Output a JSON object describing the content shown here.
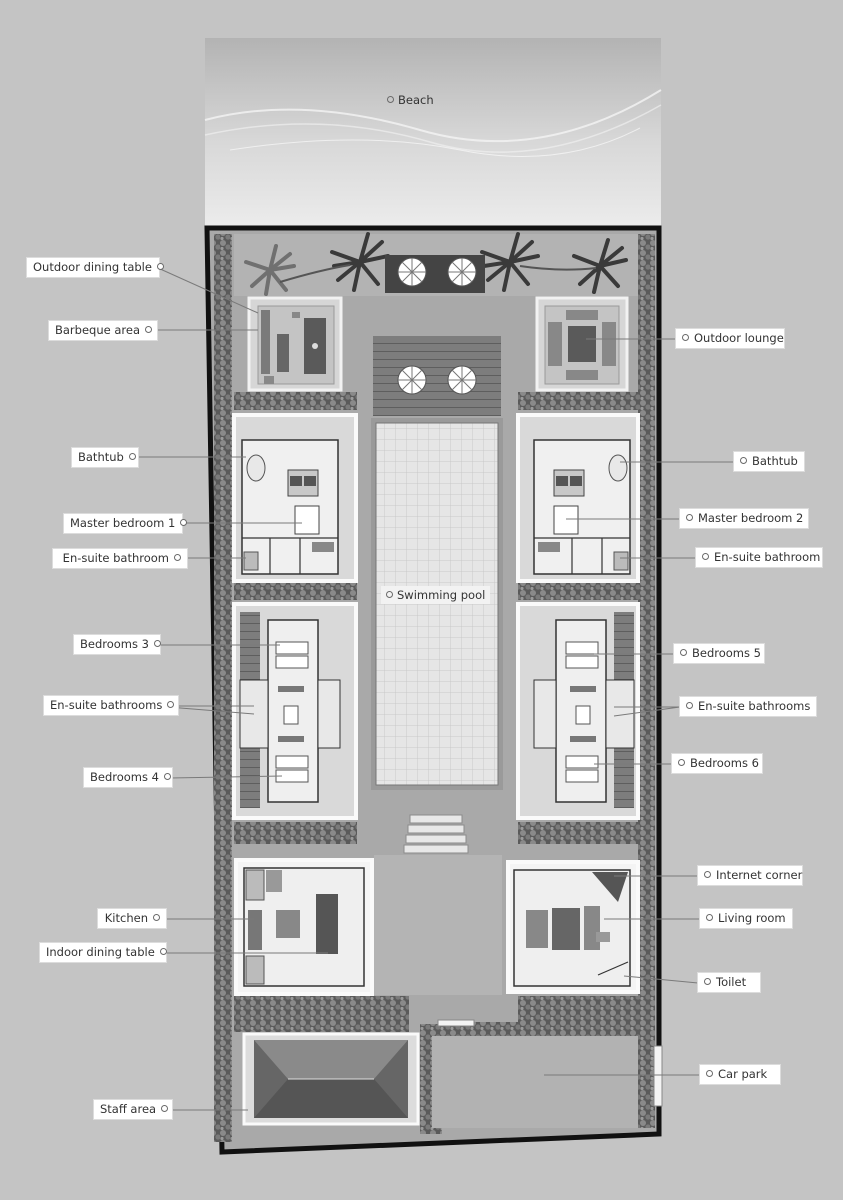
{
  "labels": {
    "beach": "Beach",
    "swimming_pool": "Swimming pool",
    "outdoor_dining_table": "Outdoor dining table",
    "barbeque_area": "Barbeque area",
    "bathtub_left": "Bathtub",
    "master_bedroom_1": "Master bedroom 1",
    "ensuite_bathroom_left": "En-suite bathroom",
    "bedrooms_3": "Bedrooms 3",
    "ensuite_bathrooms_left": "En-suite bathrooms",
    "bedrooms_4": "Bedrooms 4",
    "kitchen": "Kitchen",
    "indoor_dining_table": "Indoor dining table",
    "staff_area": "Staff area",
    "outdoor_lounge": "Outdoor lounge",
    "bathtub_right": "Bathtub",
    "master_bedroom_2": "Master bedroom 2",
    "ensuite_bathroom_right": "En-suite bathroom",
    "bedrooms_5": "Bedrooms 5",
    "ensuite_bathrooms_right": "En-suite bathrooms",
    "bedrooms_6": "Bedrooms 6",
    "internet_corner": "Internet corner",
    "living_room": "Living room",
    "toilet": "Toilet",
    "car_park": "Car park"
  },
  "colors": {
    "background": "#c4c4c4",
    "label_bg": "#ffffff",
    "wall": "#111111",
    "hedge": "#6e6e6e",
    "pool": "#e4e4e4",
    "deck": "#7a7a7a",
    "leader_line": "#7a7a7a"
  }
}
